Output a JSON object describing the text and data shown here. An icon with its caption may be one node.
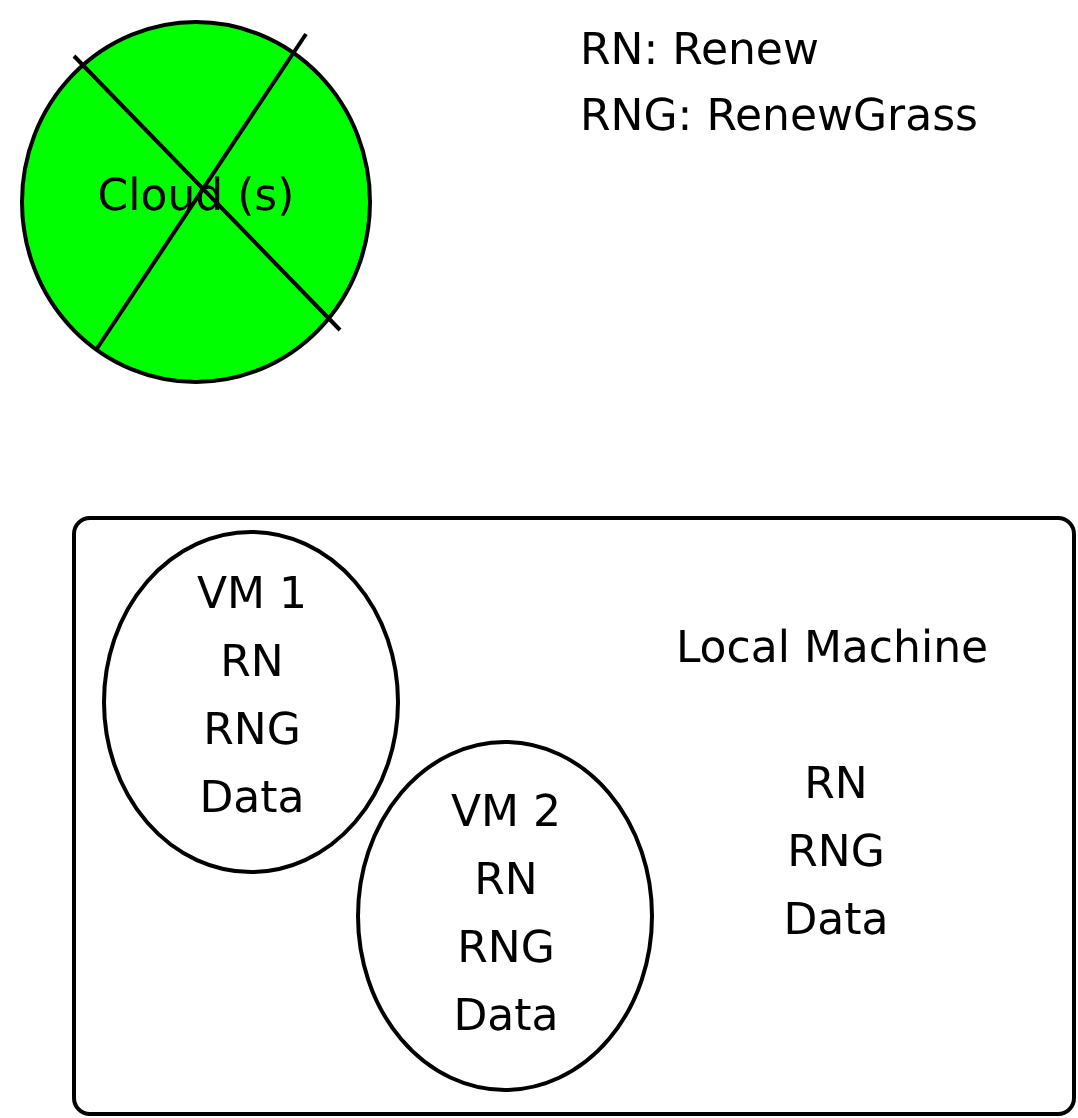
{
  "diagram": {
    "nodes": [
      {
        "text": [
          "Cloud (s)"
        ]
      },
      {
        "text": [
          "Local Machine",
          "RN RNG Data"
        ]
      },
      {
        "text": [
          "VM 1 RN RNG Data"
        ],
        "in": 1
      },
      {
        "text": [
          "VM 2 RN RNG Data"
        ],
        "in": 1
      }
    ],
    "labels": [
      "RN: Renew",
      "RNG: RenewGrass"
    ]
  }
}
